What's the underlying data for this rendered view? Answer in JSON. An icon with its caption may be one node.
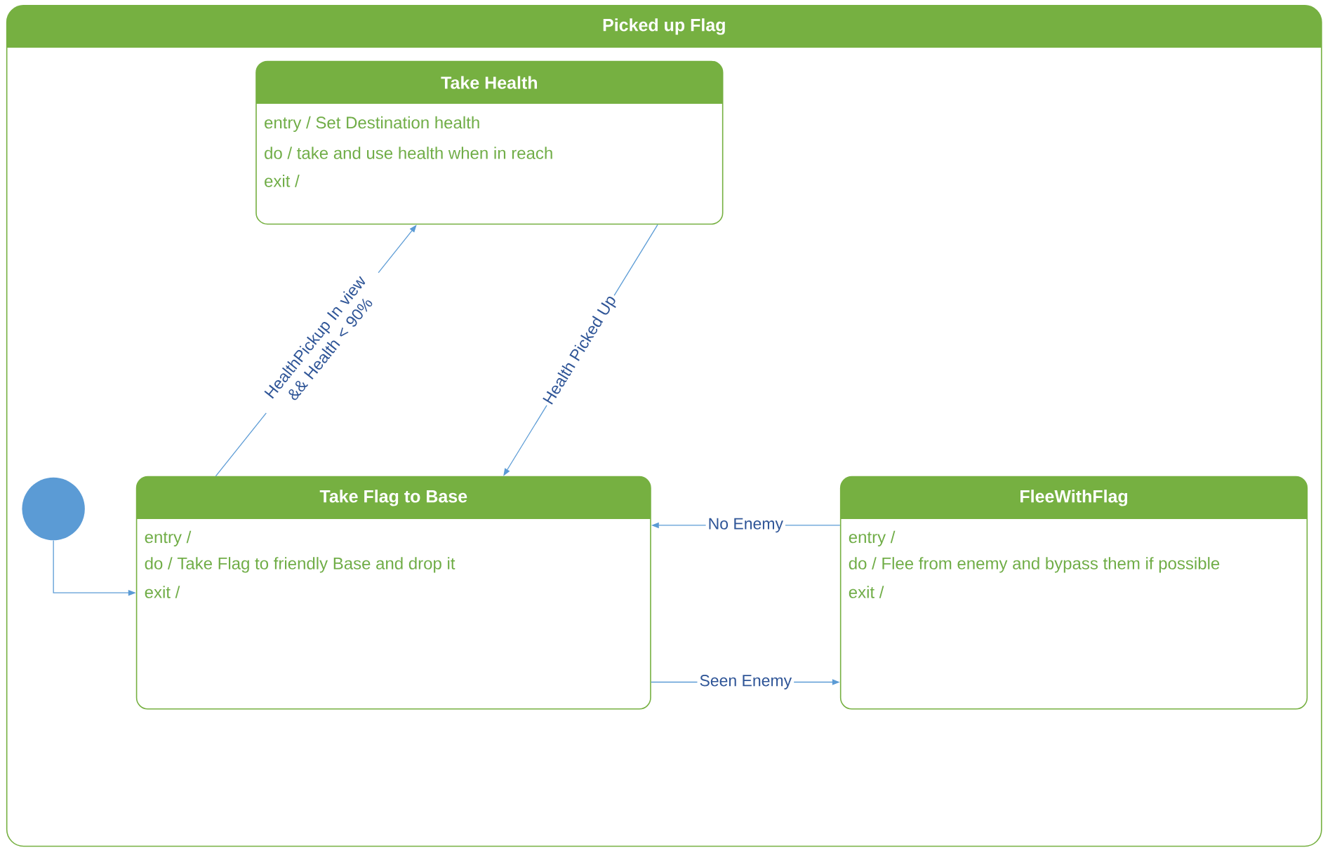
{
  "diagram": {
    "nodes": [
      {
        "text": [
          "Picked up Flag"
        ]
      },
      {
        "text": [
          "Take Health",
          "entry / Set Destination health",
          "do /  take and use health when in reach",
          "exit /"
        ],
        "in": 0
      },
      {
        "text": [],
        "shape": "circle",
        "in": 0
      },
      {
        "text": [
          "Take Flag to Base",
          "entry /",
          "do / Take Flag to friendly Base and drop it",
          "exit /"
        ],
        "in": 0
      },
      {
        "text": [
          "FleeWithFlag",
          "entry /",
          "do / Flee from enemy and bypass them if possible",
          "exit /"
        ],
        "in": 0
      }
    ],
    "edges": [
      {
        "from": 2,
        "to": 3,
        "arrow": "to"
      },
      {
        "from": 3,
        "to": 1,
        "arrow": "to",
        "label": "HealthPickup In view && Health < 90%"
      },
      {
        "from": 1,
        "to": 3,
        "arrow": "to",
        "label": "Health Picked Up"
      },
      {
        "from": 4,
        "to": 3,
        "arrow": "to",
        "label": "No Enemy"
      },
      {
        "from": 3,
        "to": 4,
        "arrow": "to",
        "label": "Seen Enemy"
      }
    ]
  }
}
